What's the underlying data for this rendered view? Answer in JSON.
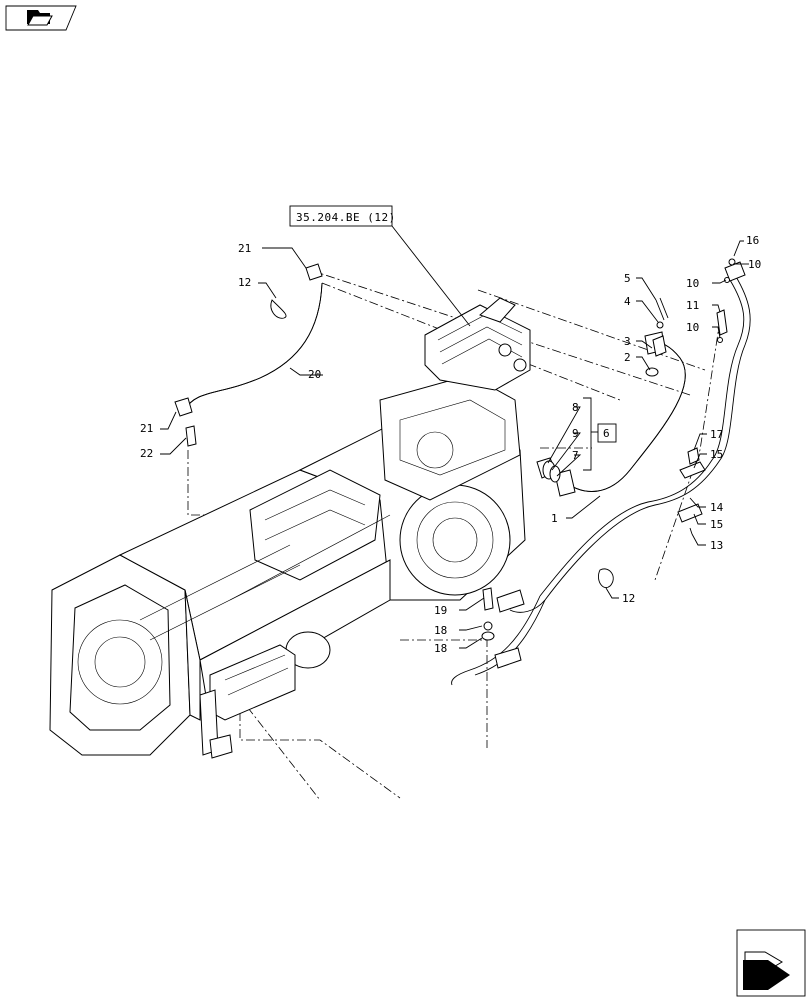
{
  "reference_box": {
    "label": "35.204.BE (12)"
  },
  "callouts": {
    "c1": "1",
    "c2": "2",
    "c3": "3",
    "c4": "4",
    "c5": "5",
    "c6": "6",
    "c7": "7",
    "c8": "8",
    "c9": "9",
    "c10a": "10",
    "c10b": "10",
    "c10c": "10",
    "c11": "11",
    "c12a": "12",
    "c12b": "12",
    "c13": "13",
    "c14": "14",
    "c15a": "15",
    "c15b": "15",
    "c16": "16",
    "c17": "17",
    "c18a": "18",
    "c18b": "18",
    "c19": "19",
    "c20": "20",
    "c21a": "21",
    "c21b": "21",
    "c22": "22"
  },
  "icons": {
    "top_left": "folder-icon",
    "bottom_right": "next-arrow-icon"
  }
}
